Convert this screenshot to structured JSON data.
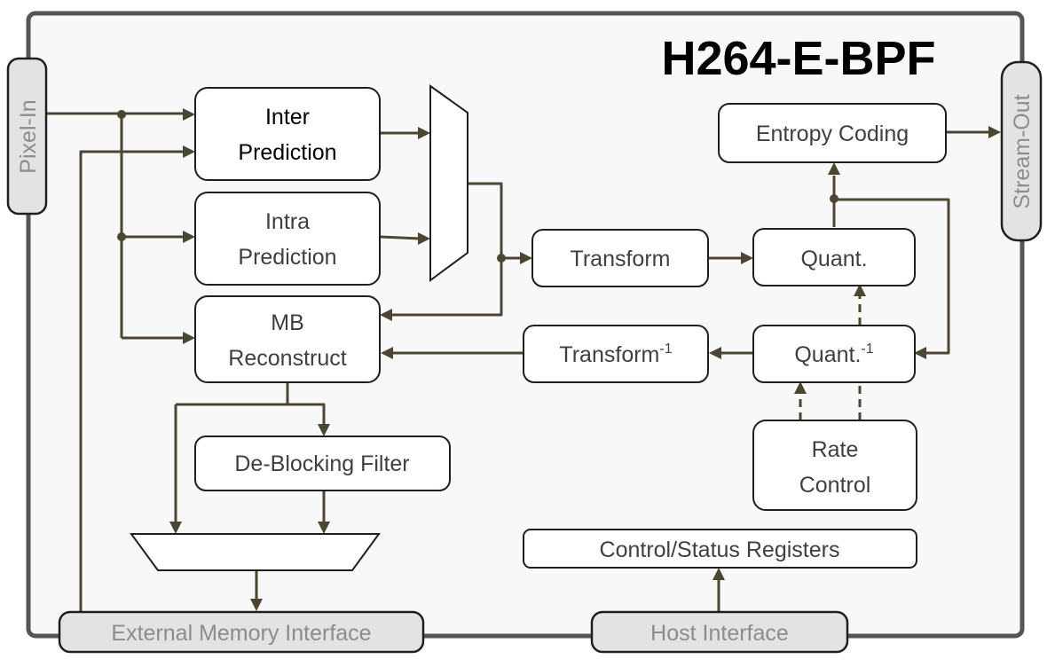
{
  "title": "H264-E-BPF",
  "ports": {
    "pixel_in": "Pixel-In",
    "stream_out": "Stream-Out",
    "external_memory": "External Memory Interface",
    "host_interface": "Host Interface"
  },
  "blocks": {
    "inter_prediction": [
      "Inter",
      "Prediction"
    ],
    "intra_prediction": [
      "Intra",
      "Prediction"
    ],
    "mb_reconstruct": [
      "MB",
      "Reconstruct"
    ],
    "deblocking_filter": "De-Blocking Filter",
    "transform": "Transform",
    "inverse_transform": {
      "base": "Transform",
      "sup": "-1"
    },
    "quant": "Quant.",
    "inverse_quant": {
      "base": "Quant.",
      "sup": "-1"
    },
    "entropy_coding": "Entropy Coding",
    "rate_control": [
      "Rate",
      "Control"
    ],
    "control_status_registers": "Control/Status Registers"
  },
  "colors": {
    "connector": "#4a4632",
    "port_fill": "#e3e3e3",
    "chip_background": "#f8f8f8"
  }
}
